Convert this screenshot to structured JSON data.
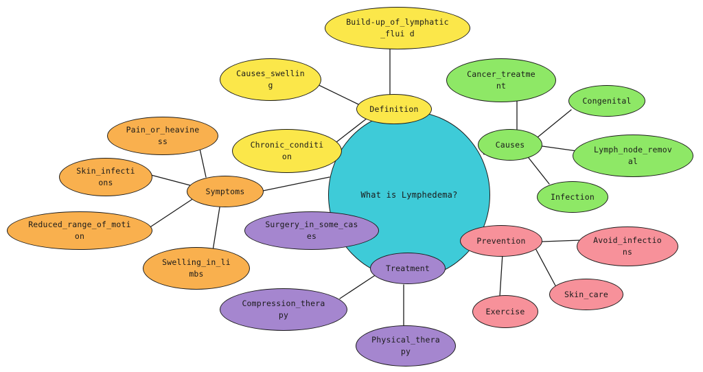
{
  "colors": {
    "center": "#3ecbd8",
    "definition": "#fbe74a",
    "causes": "#8ee866",
    "prevention": "#f7919a",
    "treatment": "#a586cf",
    "symptoms": "#f9b04e"
  },
  "nodes": {
    "center": "What is Lymphedema?",
    "definition": "Definition",
    "buildup": "Build-up_of_lymphatic_flui d",
    "causes_swelling": "Causes_swelling",
    "chronic": "Chronic_condition",
    "causes": "Causes",
    "cancer": "Cancer_treatment",
    "congenital": "Congenital",
    "lymph_node": "Lymph_node_removal",
    "infection": "Infection",
    "symptoms": "Symptoms",
    "pain": "Pain_or_heaviness",
    "skin_infections": "Skin_infections",
    "reduced": "Reduced_range_of_motion",
    "swelling_limbs": "Swelling_in_limbs",
    "treatment": "Treatment",
    "surgery": "Surgery_in_some_cases",
    "compression": "Compression_therapy",
    "physical": "Physical_therapy",
    "prevention": "Prevention",
    "avoid": "Avoid_infections",
    "skin_care": "Skin_care",
    "exercise": "Exercise"
  }
}
